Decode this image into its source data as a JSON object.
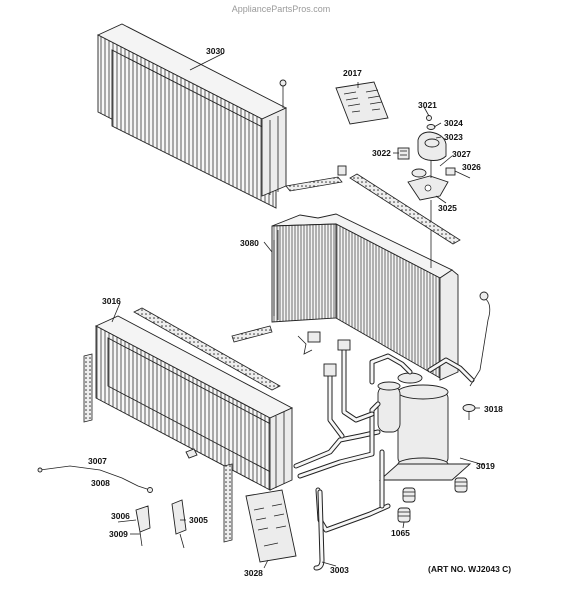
{
  "watermark": "AppliancePartsPros.com",
  "art_number": "(ART NO. WJ2043 C)",
  "callouts": {
    "p3030": "3030",
    "p2017": "2017",
    "p3021": "3021",
    "p3024": "3024",
    "p3023": "3023",
    "p3022": "3022",
    "p3027": "3027",
    "p3026": "3026",
    "p3025": "3025",
    "p3080": "3080",
    "p3016": "3016",
    "p3018": "3018",
    "p3019": "3019",
    "p3007": "3007",
    "p3008": "3008",
    "p3006": "3006",
    "p3005": "3005",
    "p3009": "3009",
    "p1065": "1065",
    "p3028": "3028",
    "p3003": "3003"
  }
}
